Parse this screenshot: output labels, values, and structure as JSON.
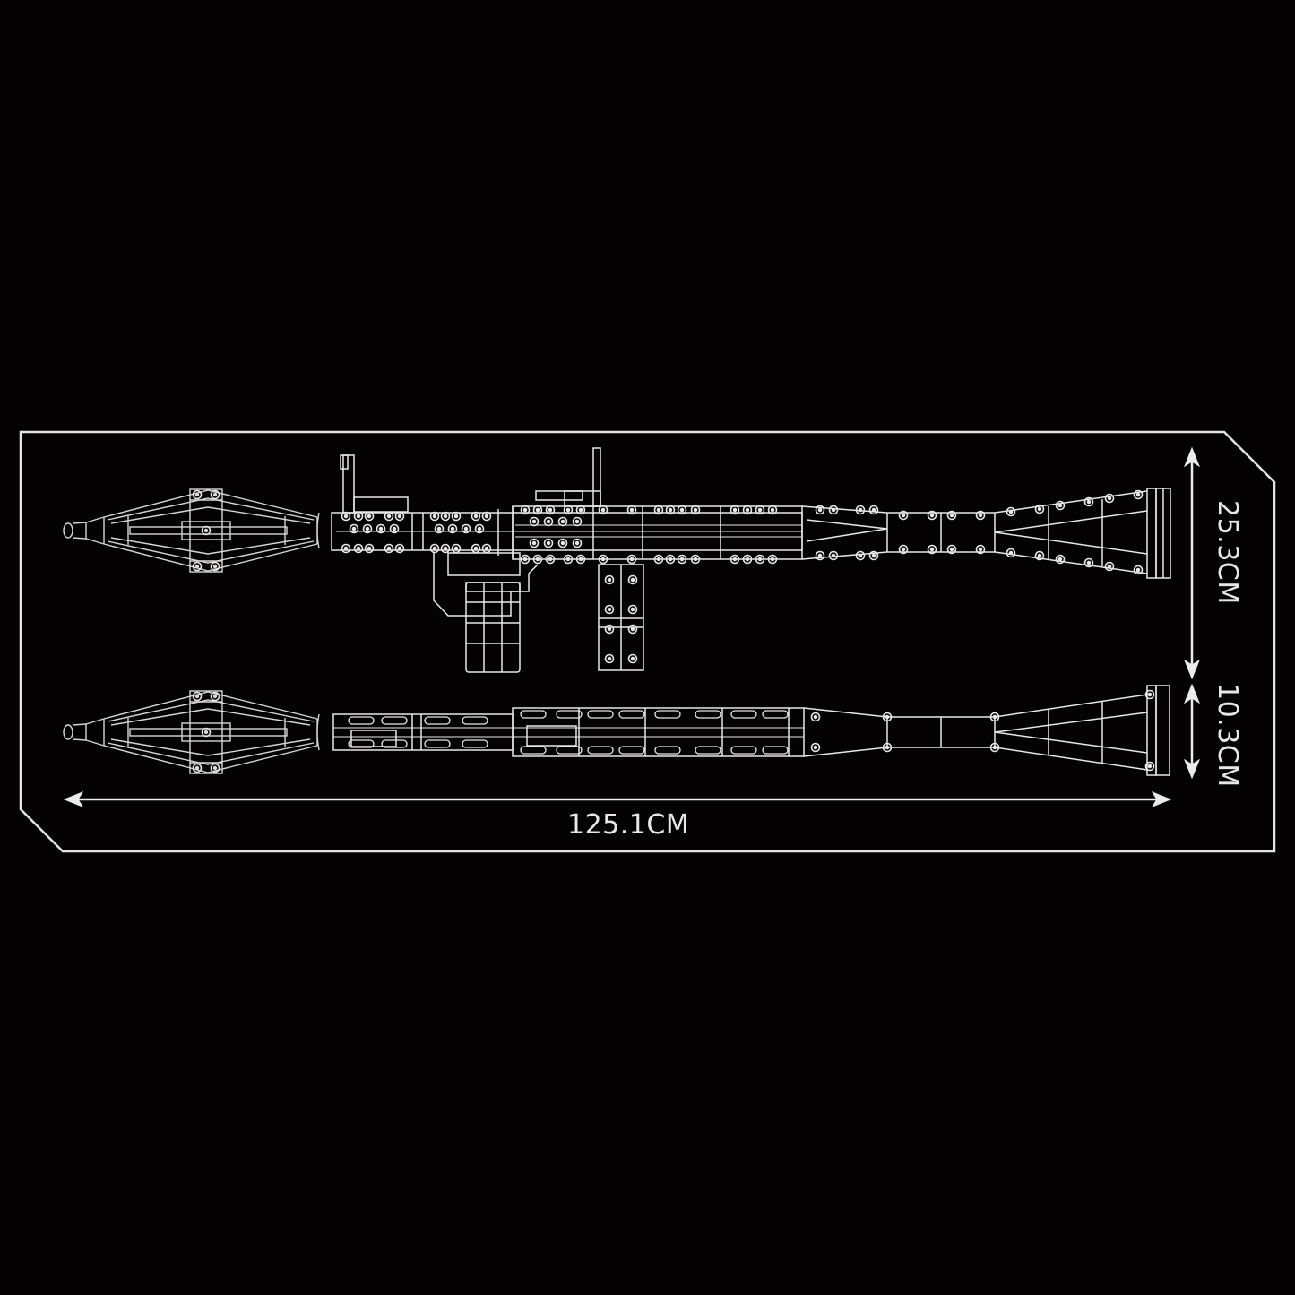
{
  "figure": {
    "background_color": "#040203",
    "line_color": "#e8e6e6",
    "subject": "Brick-built rocket launcher schematic (side and top views)",
    "views": [
      {
        "name": "side-view",
        "description": "Launcher with sights, grip and trigger, loaded rocket warhead"
      },
      {
        "name": "top-view",
        "description": "Launcher viewed from above with rocket warhead"
      }
    ]
  },
  "dimensions": {
    "length": {
      "label": "125.1CM",
      "orientation": "horizontal"
    },
    "height_side_view": {
      "label": "25.3CM",
      "orientation": "vertical"
    },
    "height_top_view": {
      "label": "10.3CM",
      "orientation": "vertical"
    }
  }
}
